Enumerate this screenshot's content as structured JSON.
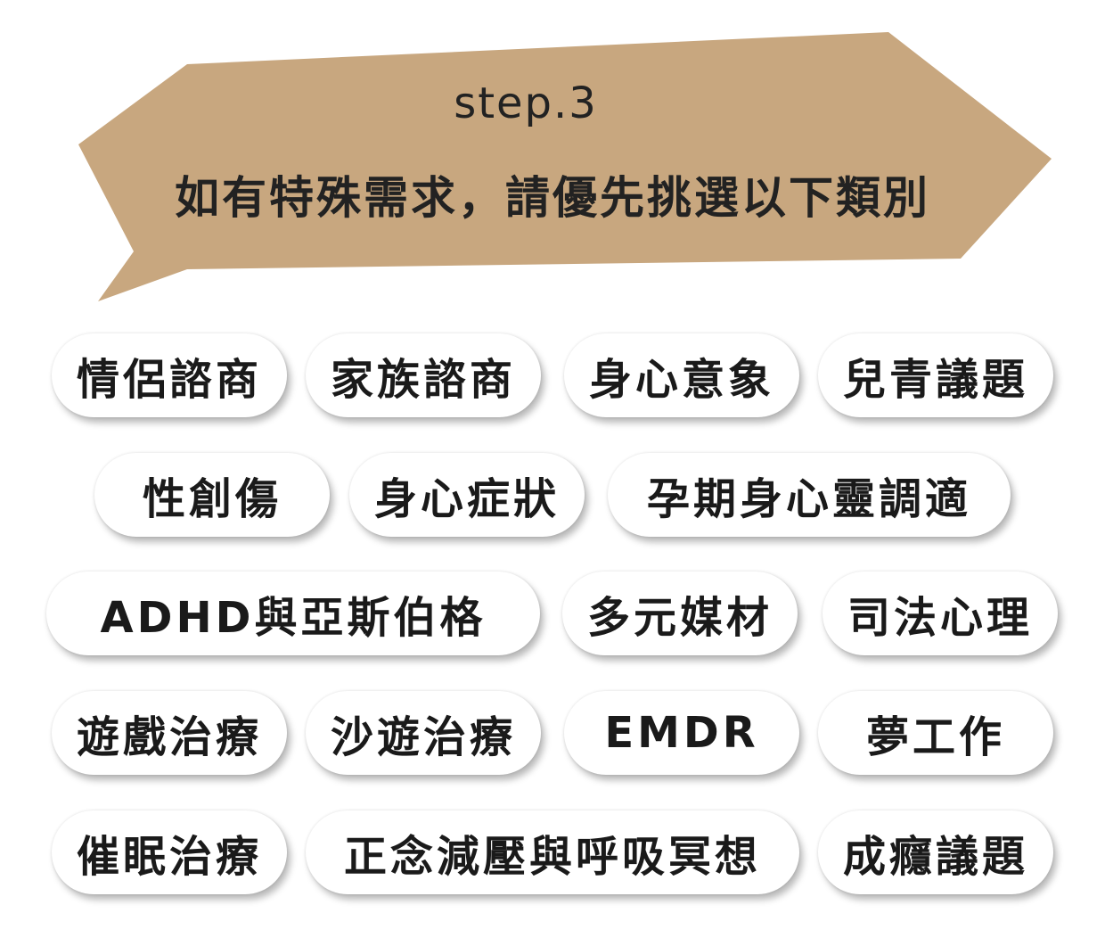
{
  "colors": {
    "banner": "#c8a77f",
    "text": "#1a1a1a",
    "pill_bg": "#ffffff"
  },
  "banner": {
    "step": "step.3",
    "title": "如有特殊需求，請優先挑選以下類別"
  },
  "categories": [
    "情侶諮商",
    "家族諮商",
    "身心意象",
    "兒青議題",
    "性創傷",
    "身心症狀",
    "孕期身心靈調適",
    "ADHD與亞斯伯格",
    "多元媒材",
    "司法心理",
    "遊戲治療",
    "沙遊治療",
    "EMDR",
    "夢工作",
    "催眠治療",
    "正念減壓與呼吸冥想",
    "成癮議題"
  ]
}
